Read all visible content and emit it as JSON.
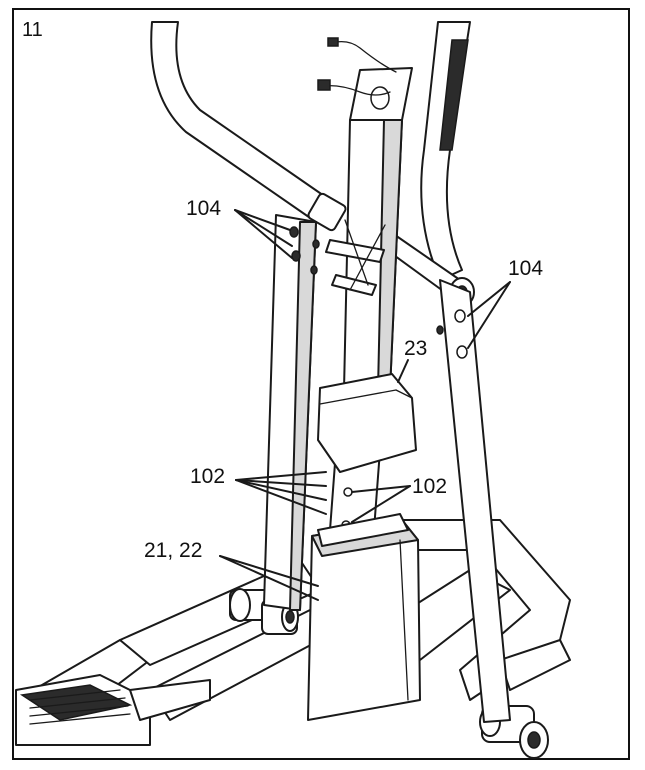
{
  "diagram": {
    "step_number": "11",
    "callouts": {
      "bolt_label_left": "104",
      "bolt_label_right": "104",
      "cover_label": "23",
      "screw_label_left": "102",
      "screw_label_right": "102",
      "base_cover_label": "21, 22"
    }
  },
  "colors": {
    "line": "#1a1a1a",
    "shade": "#d9d9d9",
    "background": "#ffffff"
  }
}
